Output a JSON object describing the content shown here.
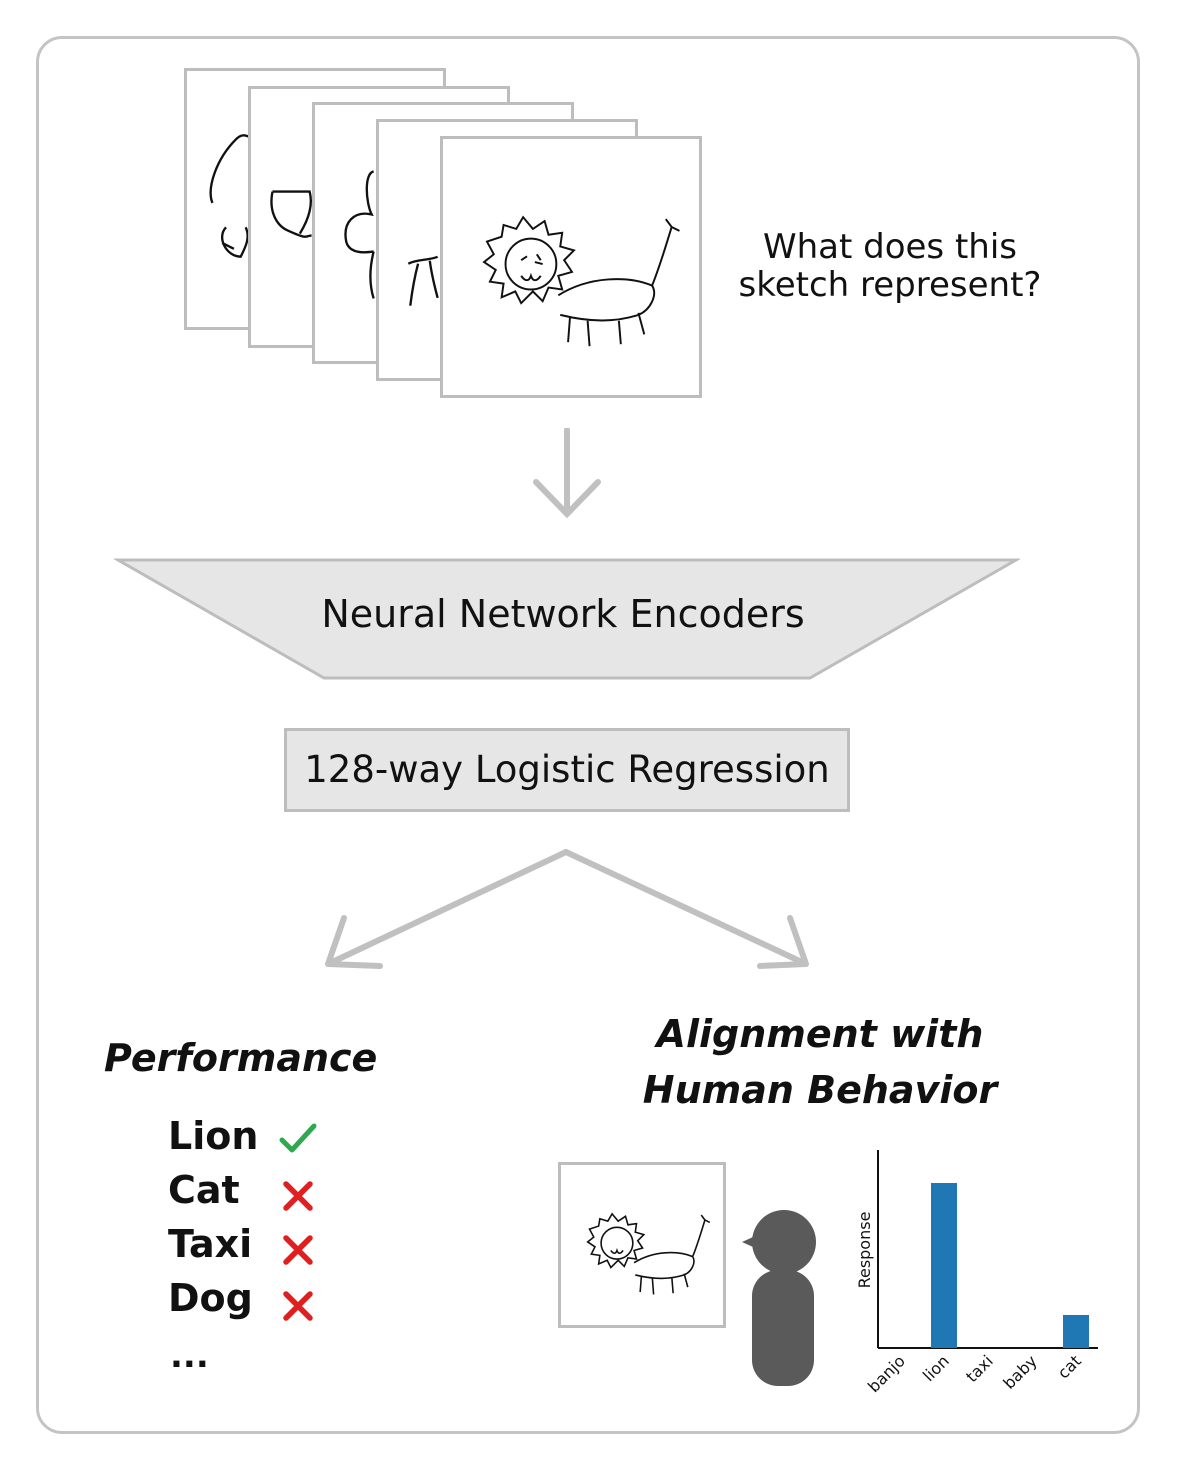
{
  "question": {
    "line1": "What does this",
    "line2": "sketch represent?"
  },
  "encoder": {
    "label": "Neural Network Encoders"
  },
  "regression": {
    "label": "128-way Logistic Regression"
  },
  "performance": {
    "title": "Performance",
    "items": [
      {
        "label": "Lion",
        "status": "correct"
      },
      {
        "label": "Cat",
        "status": "incorrect"
      },
      {
        "label": "Taxi",
        "status": "incorrect"
      },
      {
        "label": "Dog",
        "status": "incorrect"
      }
    ],
    "ellipsis": "..."
  },
  "alignment": {
    "title_line1": "Alignment with",
    "title_line2": "Human Behavior"
  },
  "colors": {
    "border": "#c4c4c4",
    "correct": "#2fa84f",
    "incorrect": "#e02020",
    "bar": "#1f77b4",
    "person": "#5a5a5a"
  },
  "chart_data": {
    "type": "bar",
    "categories": [
      "banjo",
      "lion",
      "taxi",
      "baby",
      "cat"
    ],
    "values": [
      0,
      1.0,
      0,
      0,
      0.2
    ],
    "ylabel": "Response",
    "ylim": [
      0,
      1.2
    ]
  }
}
